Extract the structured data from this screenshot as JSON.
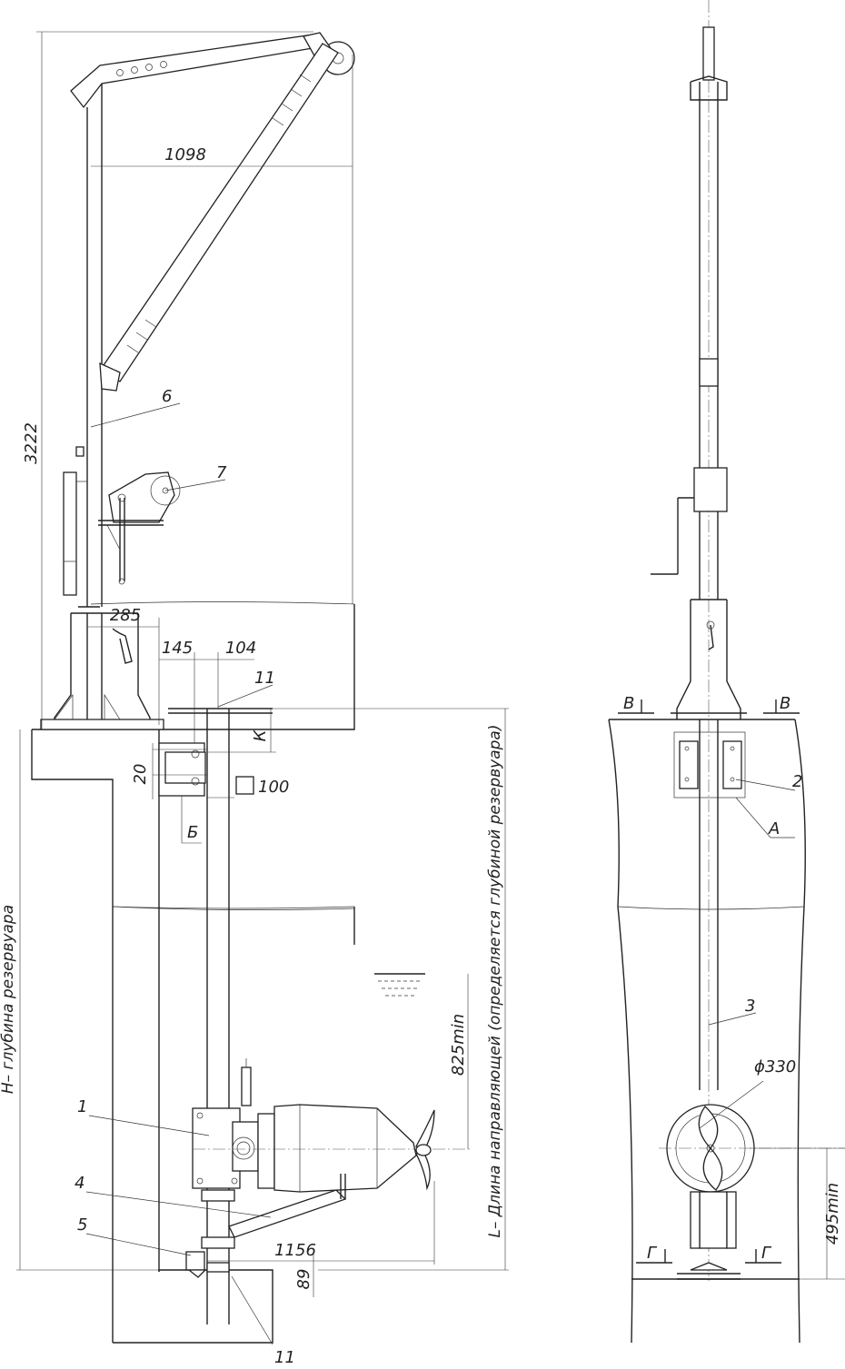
{
  "dimensions": {
    "overall_height": "3222",
    "boom_reach": "1098",
    "post_offset": "285",
    "offset_a": "145",
    "offset_b": "104",
    "level_k": "К",
    "gap_20": "20",
    "square_100": "100",
    "min_depth": "825min",
    "arm_reach": "1156",
    "base_89": "89",
    "diameter": "ϕ330",
    "axis_height": "495min"
  },
  "texts": {
    "depth_label": "H– глубина резервуара",
    "guide_length_label": "L– Длина направляющей (определяется глубиной резервуара)"
  },
  "callouts": {
    "n1": "1",
    "n2": "2",
    "n3": "3",
    "n4": "4",
    "n5": "5",
    "n6": "6",
    "n7": "7",
    "n11_top": "11",
    "n11_bottom": "11"
  },
  "views": {
    "view_b": "Б",
    "view_a": "А",
    "section_v_left": "В",
    "section_v_right": "В",
    "section_g_left": "Г",
    "section_g_right": "Г"
  }
}
